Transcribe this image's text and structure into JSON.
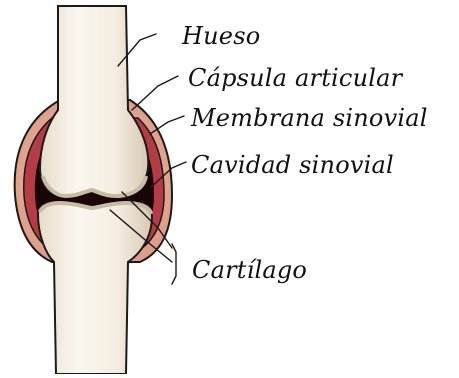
{
  "diagram": {
    "labels": {
      "bone": "Hueso",
      "joint_capsule": "Cápsula articular",
      "synovial_membrane": "Membrana sinovial",
      "synovial_cavity": "Cavidad sinovial",
      "cartilage": "Cartílago"
    },
    "colors": {
      "bone": "#f4ede2",
      "bone_shade": "#d9cbb6",
      "capsule": "#e6ab96",
      "membrane": "#b43c44",
      "cavity": "#1a0406",
      "outline": "#1a1a1a",
      "cartilage": "#efe9dd"
    }
  }
}
